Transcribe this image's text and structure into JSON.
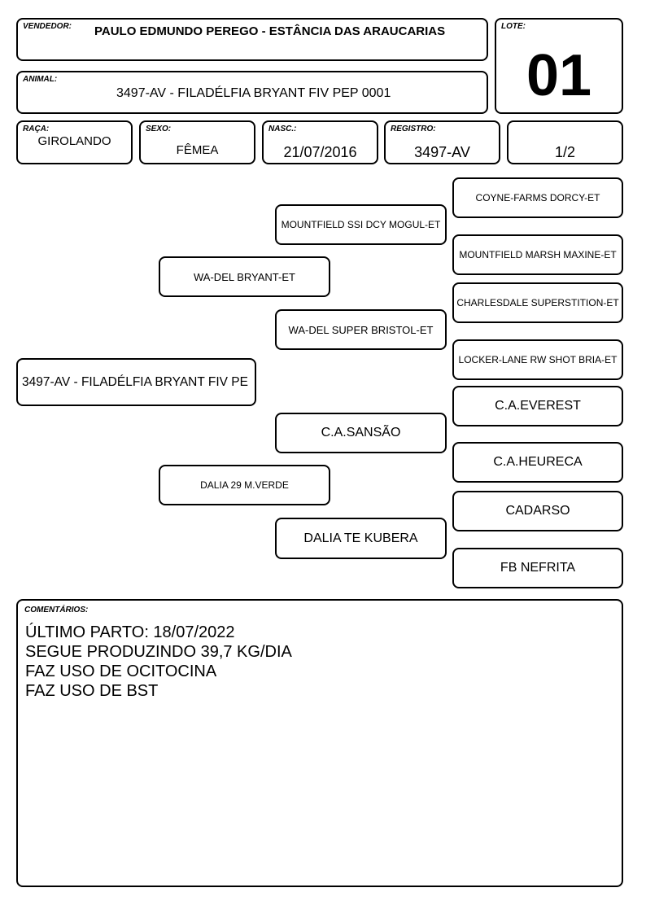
{
  "header": {
    "vendedor": {
      "label": "VENDEDOR:",
      "value": "PAULO EDMUNDO PEREGO - ESTÂNCIA  DAS ARAUCARIAS"
    },
    "lote": {
      "label": "LOTE:",
      "value": "01"
    },
    "animal": {
      "label": "ANIMAL:",
      "value": "3497-AV - FILADÉLFIA BRYANT FIV PEP 0001"
    },
    "raca": {
      "label": "RAÇA:",
      "value": "GIROLANDO"
    },
    "sexo": {
      "label": "SEXO:",
      "value": "FÊMEA"
    },
    "nasc": {
      "label": "NASC.:",
      "value": "21/07/2016"
    },
    "registro": {
      "label": "REGISTRO:",
      "value": "3497-AV"
    },
    "grau": {
      "value": "1/2"
    }
  },
  "pedigree": {
    "animal": "3497-AV - FILADÉLFIA BRYANT FIV PE",
    "sire": "WA-DEL BRYANT-ET",
    "dam": "DALIA 29 M.VERDE",
    "sire_sire": "MOUNTFIELD SSI DCY MOGUL-ET",
    "sire_dam": "WA-DEL SUPER BRISTOL-ET",
    "dam_sire": "C.A.SANSÃO",
    "dam_dam": "DALIA TE KUBERA",
    "sire_sire_sire": "COYNE-FARMS DORCY-ET",
    "sire_sire_dam": "MOUNTFIELD MARSH MAXINE-ET",
    "sire_dam_sire": "CHARLESDALE SUPERSTITION-ET",
    "sire_dam_dam": "LOCKER-LANE RW SHOT BRIA-ET",
    "dam_sire_sire": "C.A.EVEREST",
    "dam_sire_dam": "C.A.HEURECA",
    "dam_dam_sire": "CADARSO",
    "dam_dam_dam": "FB NEFRITA"
  },
  "comments": {
    "label": "COMENTÁRIOS:",
    "lines": [
      "ÚLTIMO PARTO: 18/07/2022",
      "SEGUE PRODUZINDO 39,7 KG/DIA",
      "FAZ USO DE OCITOCINA",
      "FAZ USO DE BST"
    ]
  }
}
